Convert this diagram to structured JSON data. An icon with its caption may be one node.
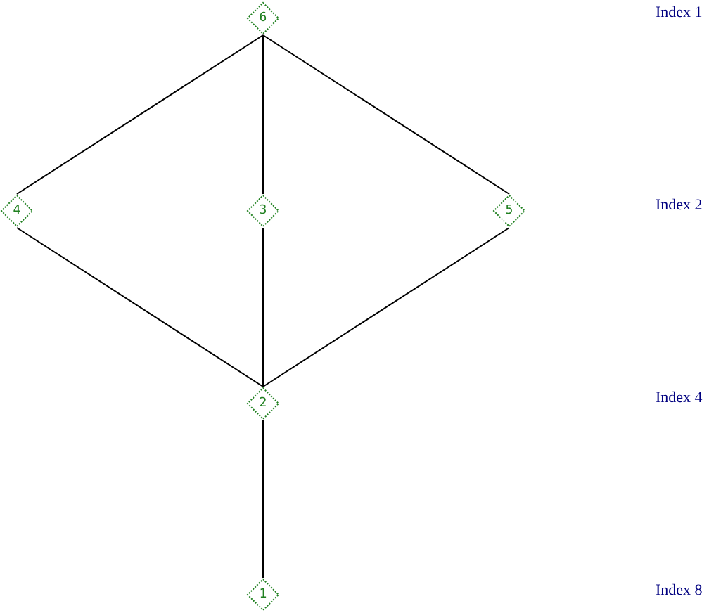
{
  "diagram": {
    "nodes": [
      {
        "text": [
          "6"
        ]
      },
      {
        "text": [
          "4"
        ]
      },
      {
        "text": [
          "3"
        ]
      },
      {
        "text": [
          "5"
        ]
      },
      {
        "text": [
          "2"
        ]
      },
      {
        "text": [
          "1"
        ]
      }
    ],
    "edges": [
      {
        "from": 0,
        "to": 1,
        "arrow": "none"
      },
      {
        "from": 0,
        "to": 2,
        "arrow": "none"
      },
      {
        "from": 0,
        "to": 3,
        "arrow": "none"
      },
      {
        "from": 1,
        "to": 4,
        "arrow": "none"
      },
      {
        "from": 2,
        "to": 4,
        "arrow": "none"
      },
      {
        "from": 3,
        "to": 4,
        "arrow": "none"
      },
      {
        "from": 4,
        "to": 5,
        "arrow": "none"
      }
    ],
    "labels": [
      "Index 1",
      "Index 2",
      "Index 4",
      "Index 8"
    ]
  }
}
